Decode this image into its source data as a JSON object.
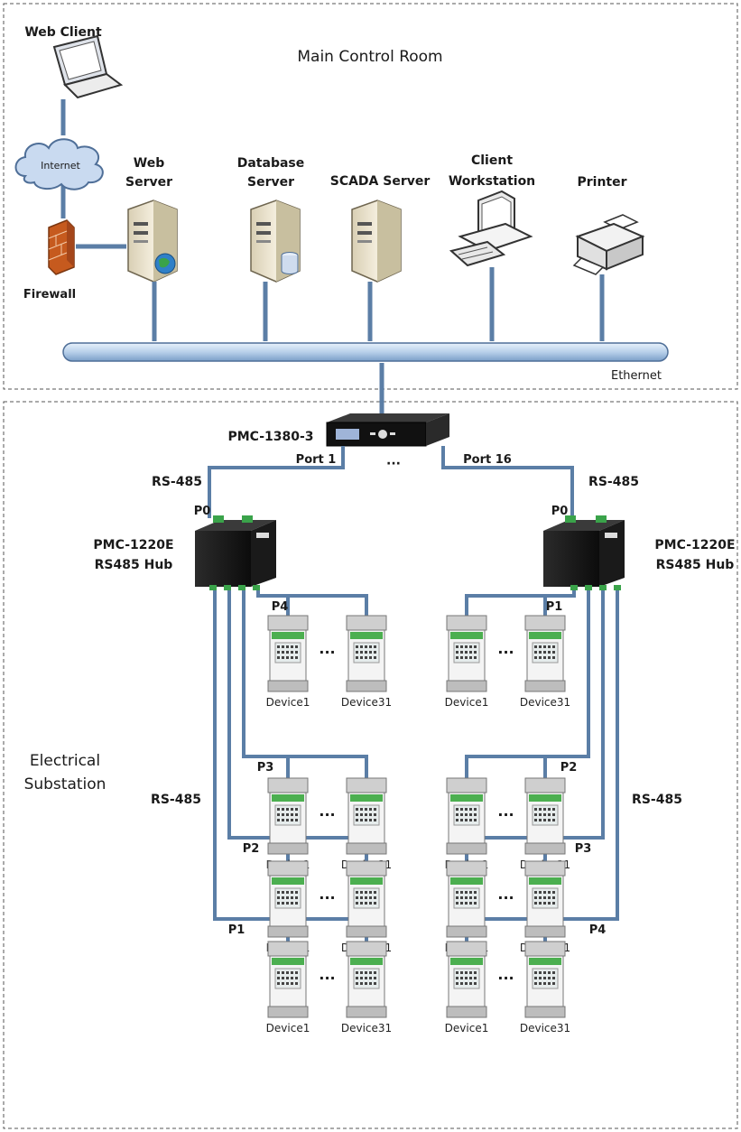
{
  "top_section": {
    "title": "Main Control Room",
    "web_client": "Web Client",
    "internet": "Internet",
    "firewall": "Firewall",
    "web_server": [
      "Web",
      "Server"
    ],
    "database_server": [
      "Database",
      "Server"
    ],
    "scada_server": "SCADA  Server",
    "client_workstation": [
      "Client",
      "Workstation"
    ],
    "printer": "Printer",
    "ethernet": "Ethernet"
  },
  "bottom_section": {
    "title": [
      "Electrical",
      "Substation"
    ],
    "gateway": "PMC-1380-3",
    "port_first": "Port 1",
    "port_ellipsis": "···",
    "port_last": "Port 16",
    "bus_label": "RS-485",
    "hub_port": "P0",
    "hub_name": [
      "PMC-1220E",
      "RS485 Hub"
    ],
    "device_first": "Device1",
    "device_last": "Device31",
    "device_ellipsis": "···",
    "left_ports": [
      "P4",
      "P3",
      "P2",
      "P1"
    ],
    "right_ports": [
      "P1",
      "P2",
      "P3",
      "P4"
    ]
  }
}
